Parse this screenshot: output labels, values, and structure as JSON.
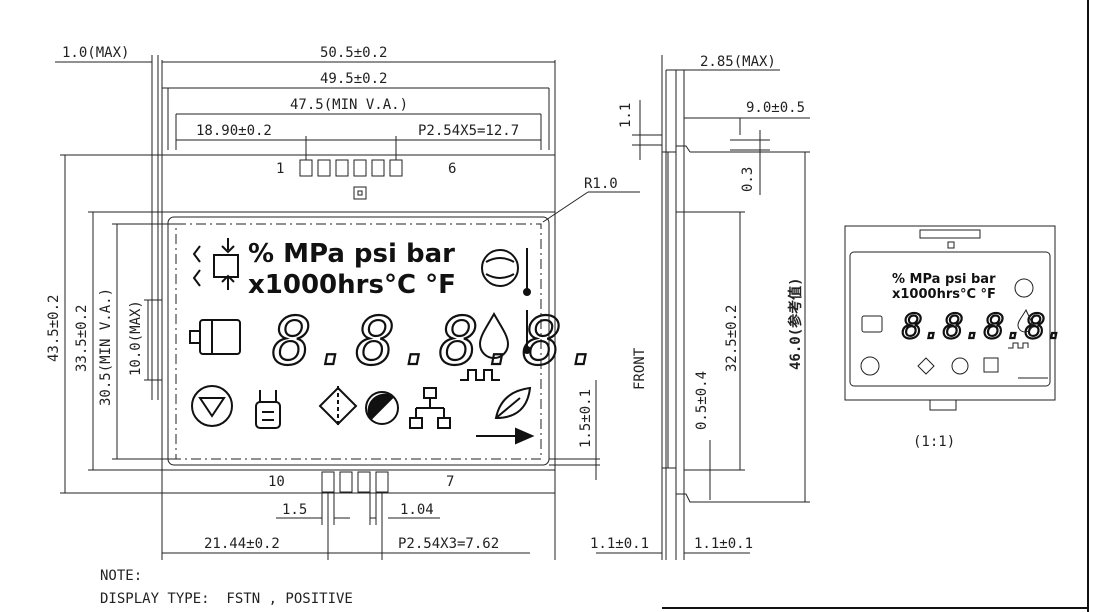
{
  "dimensions": {
    "max_1": "1.0(MAX)",
    "width_outer": "50.5±0.2",
    "width_inner": "49.5±0.2",
    "va_width": "47.5(MIN V.A.)",
    "pin1_offset": "18.90±0.2",
    "top_pitch": "P2.54X5=12.7",
    "radius": "R1.0",
    "height_outer": "43.5±0.2",
    "height_inner": "33.5±0.2",
    "va_height": "30.5(MIN V.A.)",
    "max_10": "10.0(MAX)",
    "bottom_offset": "21.44±0.2",
    "bottom_pitch": "P2.54X3=7.62",
    "pin_width": "1.5",
    "pin_gap": "1.04",
    "side_max": "2.85(MAX)",
    "side_depth": "9.0±0.5",
    "side_1_1": "1.1",
    "side_0_3": "0.3",
    "side_32_5": "32.5±0.2",
    "side_0_5": "0.5±0.4",
    "side_46": "46.0(参考值)",
    "right_1_5": "1.5±0.1",
    "foot_left": "1.1±0.1",
    "foot_right": "1.1±0.1"
  },
  "pins": {
    "top_first": "1",
    "top_last": "6",
    "bottom_first": "10",
    "bottom_last": "7"
  },
  "lcd": {
    "line1": "% MPa psi bar",
    "line2": "x1000hrs°C °F",
    "digits": "8.8.8.8.",
    "icons": [
      "valve-icon",
      "motor-icon",
      "compressor-icon",
      "thermometer-icon",
      "drop-icon",
      "pulse-icon",
      "stop-icon",
      "service-icon",
      "filter-icon",
      "dial-icon",
      "network-icon",
      "leaf-icon",
      "arrow-icon"
    ]
  },
  "labels": {
    "front": "FRONT",
    "scale": "(1:1)"
  },
  "notes": {
    "title": "NOTE:",
    "display_type": "DISPLAY TYPE:  FSTN , POSITIVE"
  }
}
